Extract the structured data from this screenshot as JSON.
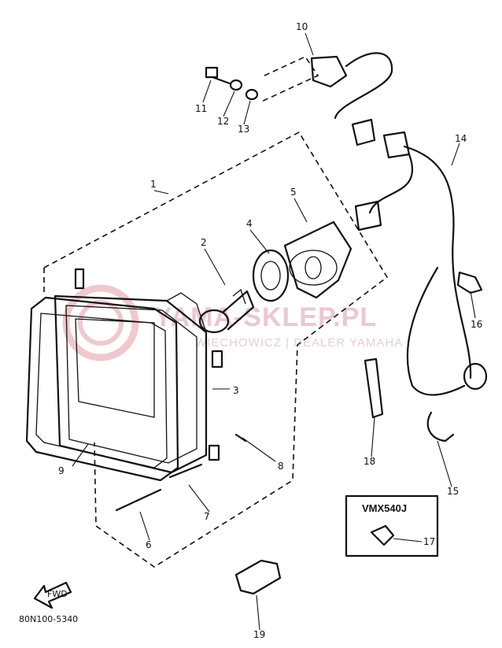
{
  "watermark": {
    "title": "YAMA-SKLEP.PL",
    "subtitle": "WIECHOWICZ | DEALER YAMAHA"
  },
  "variant_box_label": "VMX540J",
  "diagram_code": "80N100-5340",
  "fwd_arrow_label": "FWD",
  "parts": [
    {
      "label": "1"
    },
    {
      "label": "2"
    },
    {
      "label": "3"
    },
    {
      "label": "4"
    },
    {
      "label": "5"
    },
    {
      "label": "6"
    },
    {
      "label": "7"
    },
    {
      "label": "8"
    },
    {
      "label": "9"
    },
    {
      "label": "10"
    },
    {
      "label": "11"
    },
    {
      "label": "12"
    },
    {
      "label": "13"
    },
    {
      "label": "14"
    },
    {
      "label": "15"
    },
    {
      "label": "16"
    },
    {
      "label": "17"
    },
    {
      "label": "18"
    },
    {
      "label": "19"
    }
  ]
}
